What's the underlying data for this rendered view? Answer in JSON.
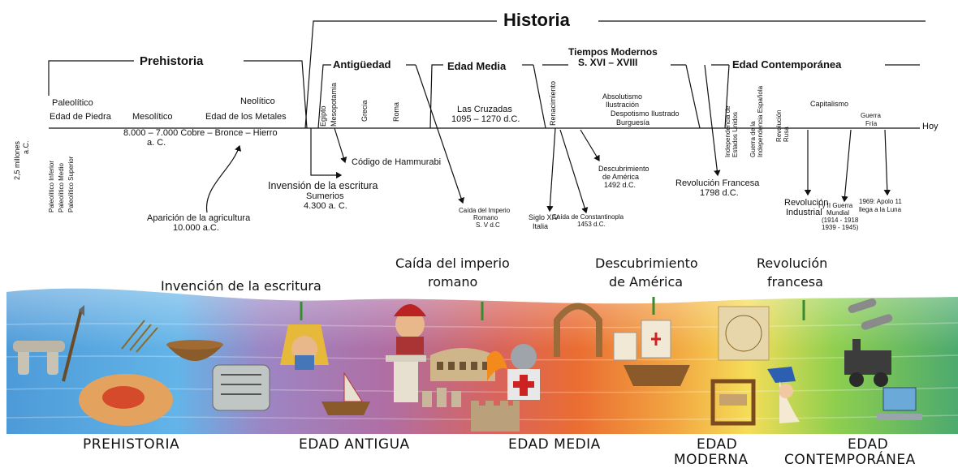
{
  "timeline": {
    "title": "Historia",
    "end_label": "Hoy",
    "eras": {
      "prehistoria": "Prehistoria",
      "antiguedad": "Antigüedad",
      "edad_media": "Edad Media",
      "modernos_1": "Tiempos Modernos",
      "modernos_2": "S. XVI – XVIII",
      "contemporanea": "Edad Contemporánea"
    },
    "above": {
      "paleolitico": "Paleolítico",
      "edad_piedra": "Edad de Piedra",
      "mesolitico": "Mesolítico",
      "neolitico": "Neolítico",
      "edad_metales": "Edad de los Metales",
      "egipto": "Egipto",
      "mesopotamia": "Mesopotamia",
      "grecia": "Grecia",
      "roma": "Roma",
      "cruzadas_1": "Las Cruzadas",
      "cruzadas_2": "1095 – 1270 d.C.",
      "renacimiento": "Renacimiento",
      "absolutismo_1": "Absolutismo",
      "absolutismo_2": "Ilustración",
      "despotismo": "Despotismo Ilustrado",
      "burguesia": "Burguesía",
      "independencia_eeuu": "Independencia de Estados Unidos",
      "guerra_independencia": "Guerra de la Independencia Española",
      "revolucion_rusa": "Revolución Rusa",
      "capitalismo": "Capitalismo",
      "guerra_fria_1": "Guerra",
      "guerra_fria_2": "Fría"
    },
    "below": {
      "millones_1": "2,5 millones",
      "millones_2": "a.C.",
      "paleo_inferior": "Paleolítico Inferior",
      "paleo_medio": "Paleolítico Medio",
      "paleo_superior": "Paleolítico Superior",
      "metales_1": "8.000 – 7.000 Cobre – Bronce – Hierro",
      "metales_2": "a. C.",
      "agricultura_1": "Aparición de la agricultura",
      "agricultura_2": "10.000 a.C.",
      "escritura_1": "Invensión de la escritura",
      "escritura_2": "Sumerios",
      "escritura_3": "4.300 a. C.",
      "hammurabi": "Código de Hammurabi",
      "caida_roma_1": "Caída del Imperio",
      "caida_roma_2": "Romano",
      "caida_roma_3": "S. V d.C",
      "siglo_xiv_1": "Siglo XIV",
      "siglo_xiv_2": "Italia",
      "constantinopla_1": "Caída de Constantinopla",
      "constantinopla_2": "1453 d.C.",
      "america_1": "Descubrimiento",
      "america_2": "de América",
      "america_3": "1492 d.C.",
      "francesa_1": "Revolución Francesa",
      "francesa_2": "1798 d.C.",
      "industrial_1": "Revolución",
      "industrial_2": "Industrial",
      "guerras_1": "I y II Guerra",
      "guerras_2": "Mundial",
      "guerras_3": "(1914 - 1918",
      "guerras_4": "1939 - 1945)",
      "apolo_1": "1969: Apolo 11",
      "apolo_2": "llega a la Luna"
    }
  },
  "illustration": {
    "events": {
      "escritura": "Invención de la escritura",
      "imperio_1": "Caída del imperio",
      "imperio_2": "romano",
      "america_1": "Descubrimiento",
      "america_2": "de América",
      "francesa_1": "Revolución",
      "francesa_2": "francesa"
    },
    "periods": {
      "prehistoria": "PREHISTORIA",
      "antigua": "EDAD ANTIGUA",
      "media": "EDAD MEDIA",
      "moderna_1": "EDAD",
      "moderna_2": "MODERNA",
      "contemporanea_1": "EDAD",
      "contemporanea_2": "CONTEMPORÁNEA"
    }
  }
}
